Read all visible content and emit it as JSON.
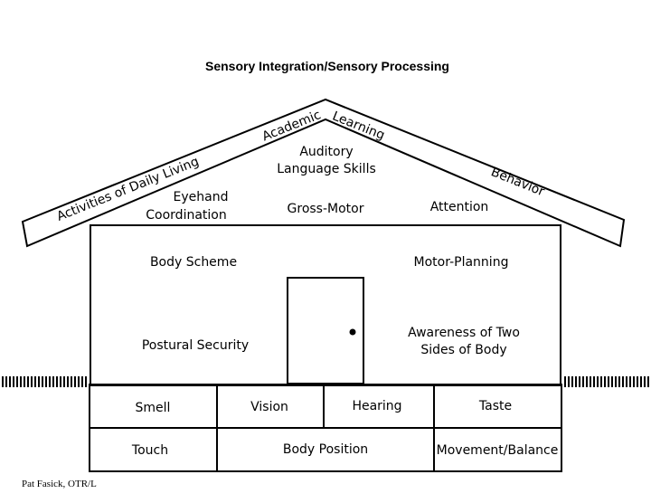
{
  "title": "Sensory Integration/Sensory Processing",
  "roof": {
    "left": "Activities of Daily Living",
    "peak_left": "Academic",
    "peak_right": "Learning",
    "right": "Behavior"
  },
  "attic": {
    "auditory_line1": "Auditory",
    "auditory_line2": "Language Skills",
    "eyehand_line1": "Eyehand",
    "eyehand_line2": "Coordination",
    "gross_motor": "Gross-Motor",
    "attention": "Attention"
  },
  "house": {
    "body_scheme": "Body Scheme",
    "motor_planning": "Motor-Planning",
    "postural_security": "Postural Security",
    "awareness_line1": "Awareness of Two",
    "awareness_line2": "Sides of Body"
  },
  "foundation": {
    "row1": [
      "Smell",
      "Vision",
      "Hearing",
      "Taste"
    ],
    "row2": [
      "Touch",
      "Body Position",
      "Movement/Balance"
    ]
  },
  "credit": "Pat Fasick, OTR/L"
}
